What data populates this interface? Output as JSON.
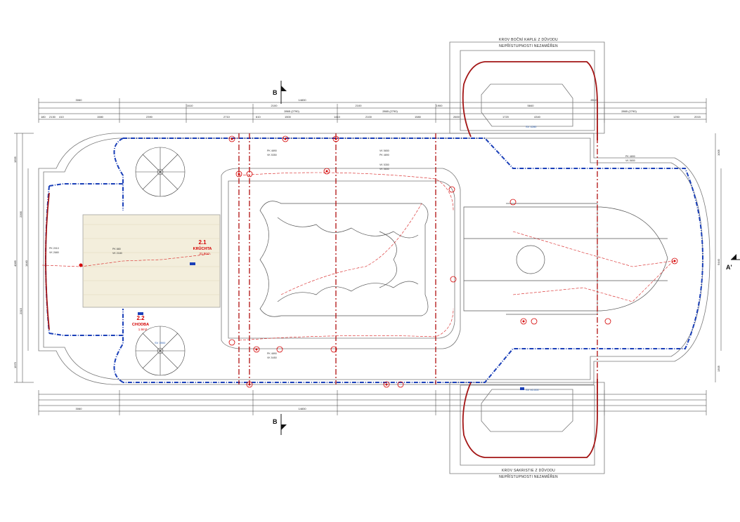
{
  "notes": {
    "top_line1": "KROV BOČNÍ KAPLE Z DŮVODU",
    "top_line2": "NEPŘÍSTUPNOSTI NEZAMĚŘEN",
    "bottom_line1": "KROV SAKRISTIE Z DŮVODU",
    "bottom_line2": "NEPŘÍSTUPNOSTI NEZAMĚŘEN"
  },
  "rooms": [
    {
      "number": "2.1",
      "name": "KRŮCHTA",
      "area": "31.8m2"
    },
    {
      "number": "2.2",
      "name": "CHODBA",
      "area": "1.9m2"
    }
  ],
  "sections": {
    "b_top": "B",
    "b_bottom": "B",
    "a_right": "A'"
  },
  "dims": {
    "overall": "14830",
    "left_block": "3060",
    "row1": [
      "1610",
      "2100",
      "2100",
      "1900",
      "5840",
      "8510"
    ],
    "row2": [
      "2865 (2790)",
      "2865 (2790)",
      "2865 (2790)"
    ],
    "row3": [
      "180",
      "2130",
      "410",
      "1580",
      "2390",
      "2710",
      "610",
      "1500",
      "1410",
      "2100",
      "1580",
      "2600",
      "1720",
      "4340",
      "1250",
      "2015"
    ],
    "left_vertical": [
      "1555",
      "2395",
      "4065",
      "1440",
      "2315",
      "1975"
    ],
    "right_vertical": [
      "1005",
      "5440",
      "1305"
    ]
  },
  "pk_labels": [
    "PK 4890",
    "VK 5350",
    "VK 5650",
    "PK 4890",
    "VK 5350",
    "VK 5650",
    "PK 4890",
    "VK 5450",
    "PK 2010",
    "VK 2680",
    "PK 880",
    "VK 2180",
    "PK 4890",
    "VK 5650"
  ],
  "sv_labels": [
    "SV 3900",
    "SV ±0.000",
    "SV 4280"
  ]
}
